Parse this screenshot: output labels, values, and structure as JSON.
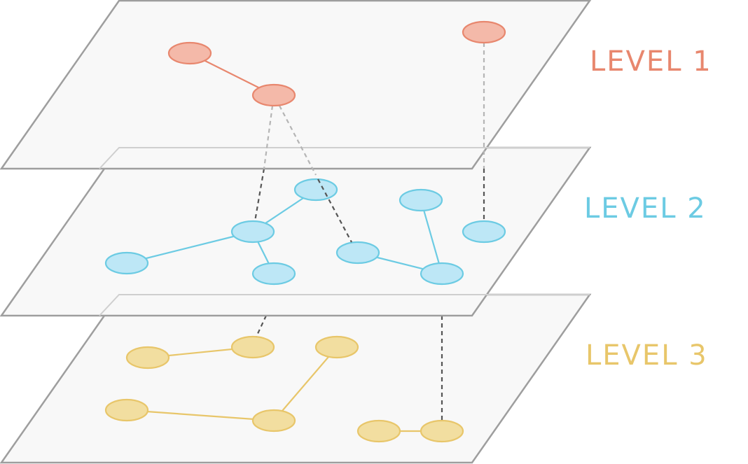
{
  "colors": {
    "plane_fill": "#f8f8f8",
    "plane_stroke": "#9e9e9e",
    "hidden_plane_stroke": "#cfcfcf",
    "level1": "#e8876e",
    "level1_fill": "#f4b9a9",
    "level2": "#6ccbe3",
    "level2_fill": "#bde7f6",
    "level3": "#e8c66a",
    "level3_fill": "#f2dea0",
    "link_dashed_light": "#b5b5b5",
    "link_dashed_dark": "#555555"
  },
  "levels": [
    {
      "id": "level1",
      "label": "LEVEL 1"
    },
    {
      "id": "level2",
      "label": "LEVEL 2"
    },
    {
      "id": "level3",
      "label": "LEVEL 3"
    }
  ]
}
